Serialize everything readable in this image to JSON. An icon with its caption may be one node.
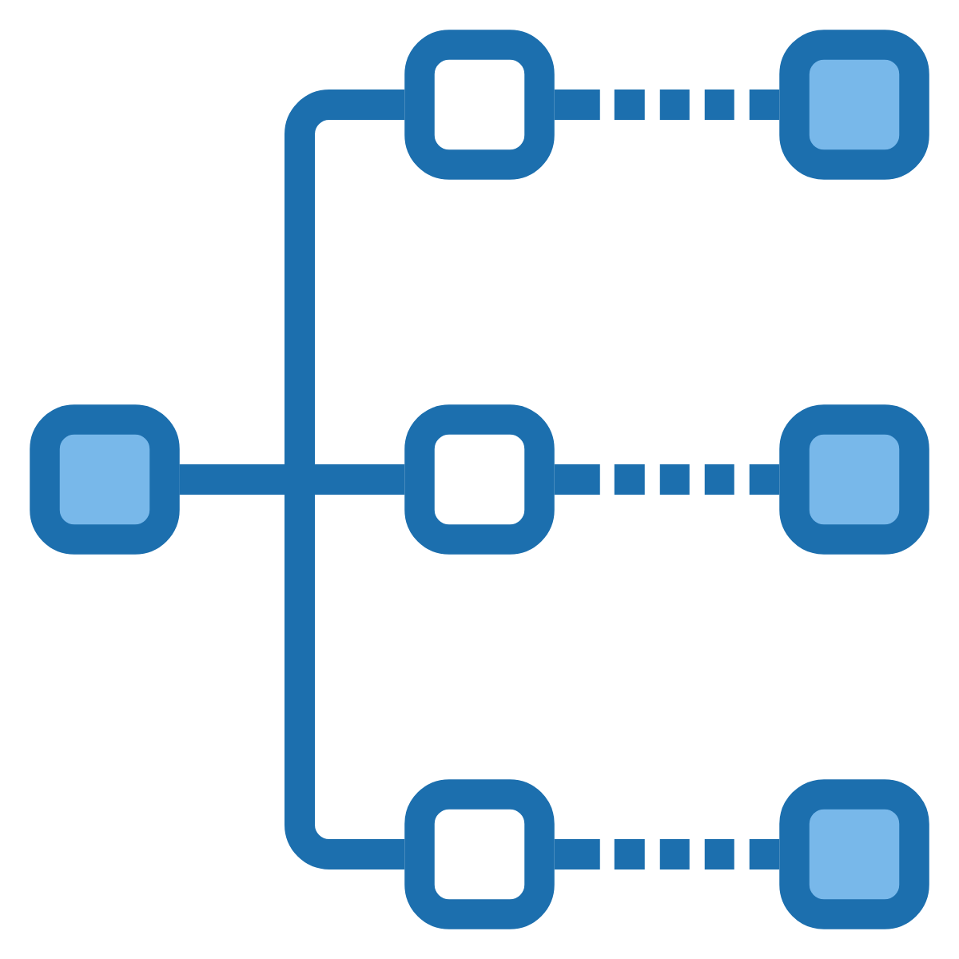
{
  "diagram": {
    "nodes": [
      {
        "text": [],
        "shape": "box"
      },
      {
        "text": [],
        "shape": "box"
      },
      {
        "text": [],
        "shape": "box"
      },
      {
        "text": [],
        "shape": "box"
      },
      {
        "text": [],
        "shape": "box"
      },
      {
        "text": [],
        "shape": "box"
      },
      {
        "text": [],
        "shape": "box"
      }
    ],
    "edges": [
      {
        "from": 0,
        "to": 1,
        "arrow": "none"
      },
      {
        "from": 0,
        "to": 3,
        "arrow": "none"
      },
      {
        "from": 0,
        "to": 5,
        "arrow": "none"
      },
      {
        "from": 1,
        "to": 2,
        "arrow": "none",
        "style": "dashed"
      },
      {
        "from": 3,
        "to": 4,
        "arrow": "none",
        "style": "dashed"
      },
      {
        "from": 5,
        "to": 6,
        "arrow": "none",
        "style": "dashed"
      }
    ]
  }
}
